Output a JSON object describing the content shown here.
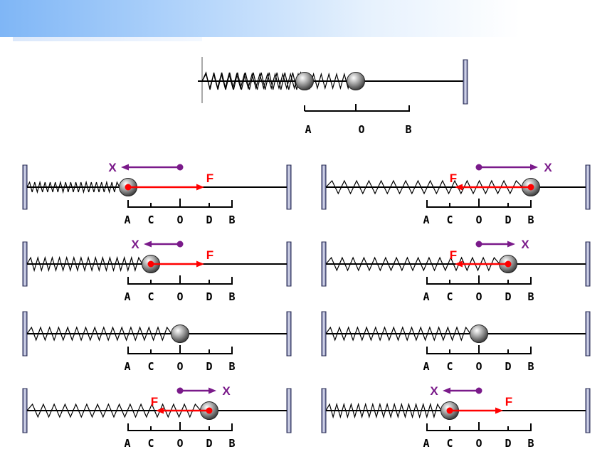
{
  "labels": {
    "a": "A",
    "o": "O",
    "b": "B",
    "c": "C",
    "d": "D"
  },
  "vectors": {
    "displacement": "X",
    "force": "F"
  },
  "colors": {
    "displacement": "#7a1a8a",
    "force": "#ff0000",
    "banner": "#7fb6f6"
  },
  "icons": [
    "oscillator-ball-icon",
    "wall-icon",
    "spring-icon"
  ],
  "panels": [
    {
      "id": "left-1",
      "ball": "A",
      "force": "right",
      "displacement": "left"
    },
    {
      "id": "left-2",
      "ball": "C",
      "force": "right",
      "displacement": "left"
    },
    {
      "id": "left-3",
      "ball": "O",
      "force": "none",
      "displacement": "none"
    },
    {
      "id": "left-4",
      "ball": "D",
      "force": "left",
      "displacement": "right"
    },
    {
      "id": "right-1",
      "ball": "B",
      "force": "left",
      "displacement": "right"
    },
    {
      "id": "right-2",
      "ball": "D",
      "force": "left",
      "displacement": "right"
    },
    {
      "id": "right-3",
      "ball": "O",
      "force": "none",
      "displacement": "none"
    },
    {
      "id": "right-4",
      "ball": "C",
      "force": "right",
      "displacement": "left"
    }
  ]
}
